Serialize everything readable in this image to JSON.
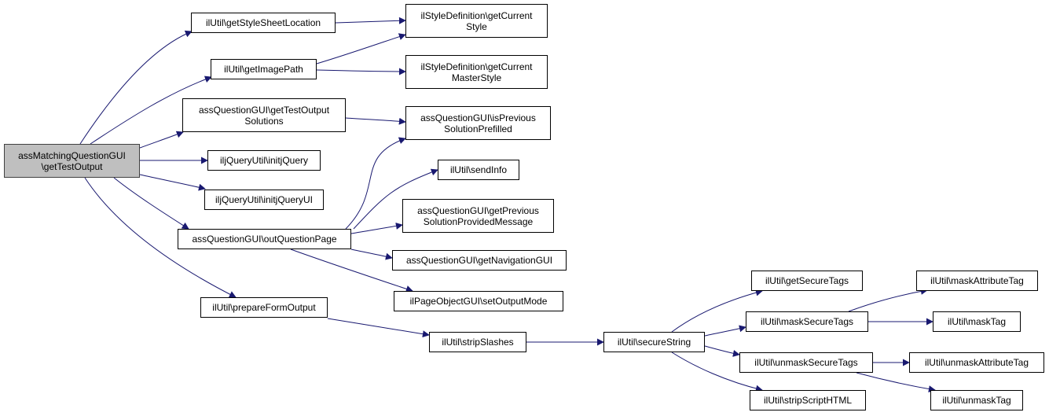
{
  "colors": {
    "edge": "#191970",
    "root_fill": "#bfbfbf",
    "node_fill": "#ffffff",
    "node_border": "#000000"
  },
  "nodes": [
    {
      "id": "root",
      "lines": [
        "assMatchingQuestionGUI",
        "\\getTestOutput"
      ],
      "root": true
    },
    {
      "id": "getStyleSheetLocation",
      "lines": [
        "ilUtil\\getStyleSheetLocation"
      ]
    },
    {
      "id": "getImagePath",
      "lines": [
        "ilUtil\\getImagePath"
      ]
    },
    {
      "id": "getTestOutputSolutions",
      "lines": [
        "assQuestionGUI\\getTestOutput",
        "Solutions"
      ]
    },
    {
      "id": "initjQuery",
      "lines": [
        "iljQueryUtil\\initjQuery"
      ]
    },
    {
      "id": "initjQueryUI",
      "lines": [
        "iljQueryUtil\\initjQueryUI"
      ]
    },
    {
      "id": "outQuestionPage",
      "lines": [
        "assQuestionGUI\\outQuestionPage"
      ]
    },
    {
      "id": "prepareFormOutput",
      "lines": [
        "ilUtil\\prepareFormOutput"
      ]
    },
    {
      "id": "getCurrentStyle",
      "lines": [
        "ilStyleDefinition\\getCurrent",
        "Style"
      ]
    },
    {
      "id": "getCurrentMasterStyle",
      "lines": [
        "ilStyleDefinition\\getCurrent",
        "MasterStyle"
      ]
    },
    {
      "id": "isPreviousSolutionPrefilled",
      "lines": [
        "assQuestionGUI\\isPrevious",
        "SolutionPrefilled"
      ]
    },
    {
      "id": "sendInfo",
      "lines": [
        "ilUtil\\sendInfo"
      ]
    },
    {
      "id": "getPreviousSolutionProvidedMessage",
      "lines": [
        "assQuestionGUI\\getPrevious",
        "SolutionProvidedMessage"
      ]
    },
    {
      "id": "getNavigationGUI",
      "lines": [
        "assQuestionGUI\\getNavigationGUI"
      ]
    },
    {
      "id": "setOutputMode",
      "lines": [
        "ilPageObjectGUI\\setOutputMode"
      ]
    },
    {
      "id": "stripSlashes",
      "lines": [
        "ilUtil\\stripSlashes"
      ]
    },
    {
      "id": "secureString",
      "lines": [
        "ilUtil\\secureString"
      ]
    },
    {
      "id": "getSecureTags",
      "lines": [
        "ilUtil\\getSecureTags"
      ]
    },
    {
      "id": "maskSecureTags",
      "lines": [
        "ilUtil\\maskSecureTags"
      ]
    },
    {
      "id": "unmaskSecureTags",
      "lines": [
        "ilUtil\\unmaskSecureTags"
      ]
    },
    {
      "id": "stripScriptHTML",
      "lines": [
        "ilUtil\\stripScriptHTML"
      ]
    },
    {
      "id": "maskAttributeTag",
      "lines": [
        "ilUtil\\maskAttributeTag"
      ]
    },
    {
      "id": "maskTag",
      "lines": [
        "ilUtil\\maskTag"
      ]
    },
    {
      "id": "unmaskAttributeTag",
      "lines": [
        "ilUtil\\unmaskAttributeTag"
      ]
    },
    {
      "id": "unmaskTag",
      "lines": [
        "ilUtil\\unmaskTag"
      ]
    }
  ],
  "edges": [
    [
      "root",
      "getStyleSheetLocation"
    ],
    [
      "root",
      "getImagePath"
    ],
    [
      "root",
      "getTestOutputSolutions"
    ],
    [
      "root",
      "initjQuery"
    ],
    [
      "root",
      "initjQueryUI"
    ],
    [
      "root",
      "outQuestionPage"
    ],
    [
      "root",
      "prepareFormOutput"
    ],
    [
      "getStyleSheetLocation",
      "getCurrentStyle"
    ],
    [
      "getImagePath",
      "getCurrentStyle"
    ],
    [
      "getImagePath",
      "getCurrentMasterStyle"
    ],
    [
      "getTestOutputSolutions",
      "isPreviousSolutionPrefilled"
    ],
    [
      "outQuestionPage",
      "isPreviousSolutionPrefilled"
    ],
    [
      "outQuestionPage",
      "sendInfo"
    ],
    [
      "outQuestionPage",
      "getPreviousSolutionProvidedMessage"
    ],
    [
      "outQuestionPage",
      "getNavigationGUI"
    ],
    [
      "outQuestionPage",
      "setOutputMode"
    ],
    [
      "prepareFormOutput",
      "stripSlashes"
    ],
    [
      "stripSlashes",
      "secureString"
    ],
    [
      "secureString",
      "getSecureTags"
    ],
    [
      "secureString",
      "maskSecureTags"
    ],
    [
      "secureString",
      "unmaskSecureTags"
    ],
    [
      "secureString",
      "stripScriptHTML"
    ],
    [
      "maskSecureTags",
      "maskAttributeTag"
    ],
    [
      "maskSecureTags",
      "maskTag"
    ],
    [
      "unmaskSecureTags",
      "unmaskAttributeTag"
    ],
    [
      "unmaskSecureTags",
      "unmaskTag"
    ]
  ]
}
